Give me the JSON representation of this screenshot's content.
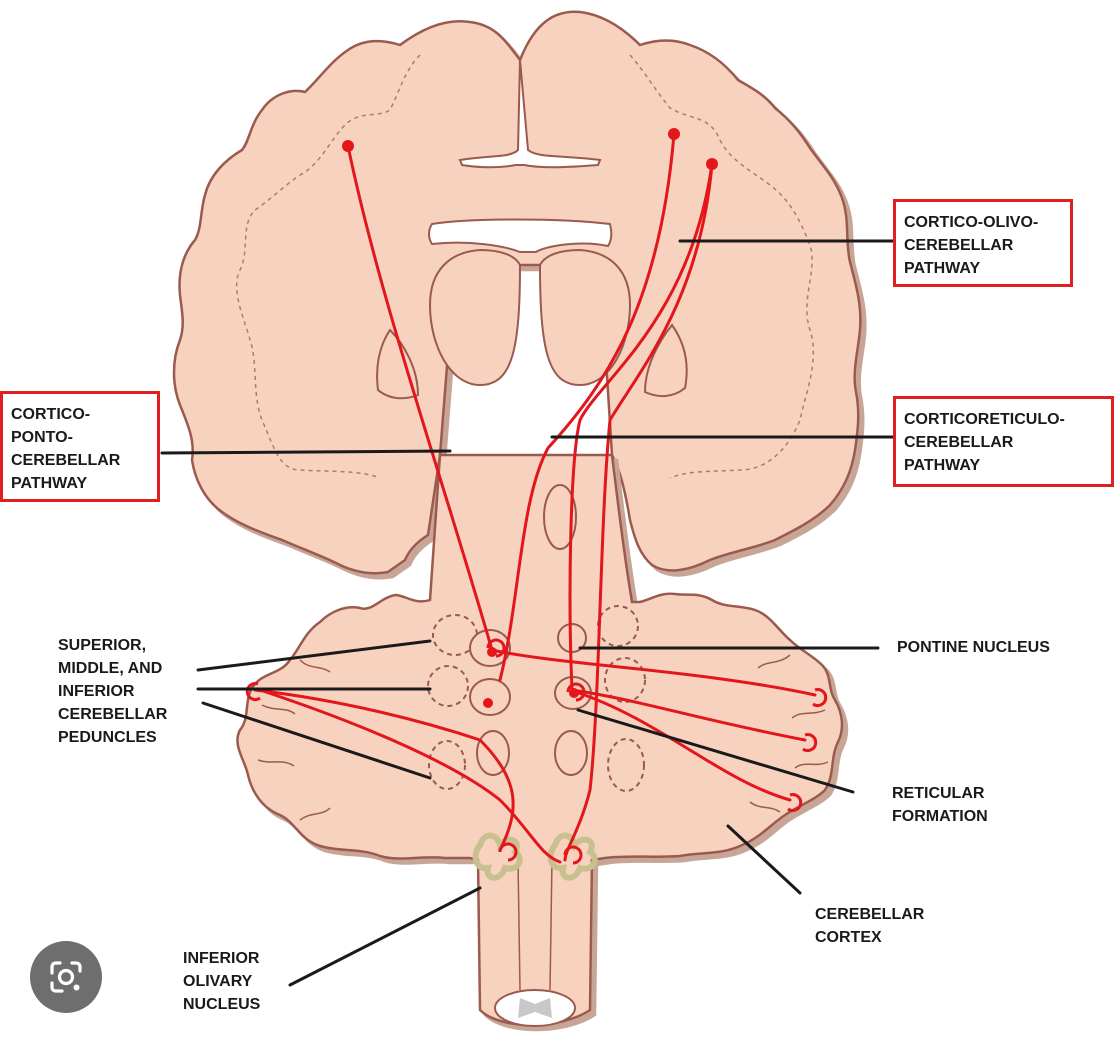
{
  "labels": {
    "cortico_olivo": [
      "CORTICO-OLIVO-",
      "CEREBELLAR",
      "PATHWAY"
    ],
    "cortico_ponto": [
      "CORTICO-",
      "PONTO-",
      "CEREBELLAR",
      "PATHWAY"
    ],
    "corticoreticulo": [
      "CORTICORETICULO-",
      "CEREBELLAR",
      "PATHWAY"
    ],
    "peduncles": [
      "SUPERIOR,",
      "MIDDLE, AND",
      "INFERIOR",
      "CEREBELLAR",
      "PEDUNCLES"
    ],
    "pontine": [
      "PONTINE NUCLEUS"
    ],
    "reticular": [
      "RETICULAR",
      "FORMATION"
    ],
    "cerebellar_cortex": [
      "CEREBELLAR",
      "CORTEX"
    ],
    "olivary": [
      "INFERIOR",
      "OLIVARY",
      "NUCLEUS"
    ]
  },
  "colors": {
    "tissue": "#f7d2bf",
    "outline": "#9b5a4e",
    "pathway": "#e3161c",
    "box_border": "#e02020",
    "olive": "#c9c090",
    "lens_button": "#6e6e6e"
  },
  "icons": {
    "lens": "google-lens-icon"
  }
}
